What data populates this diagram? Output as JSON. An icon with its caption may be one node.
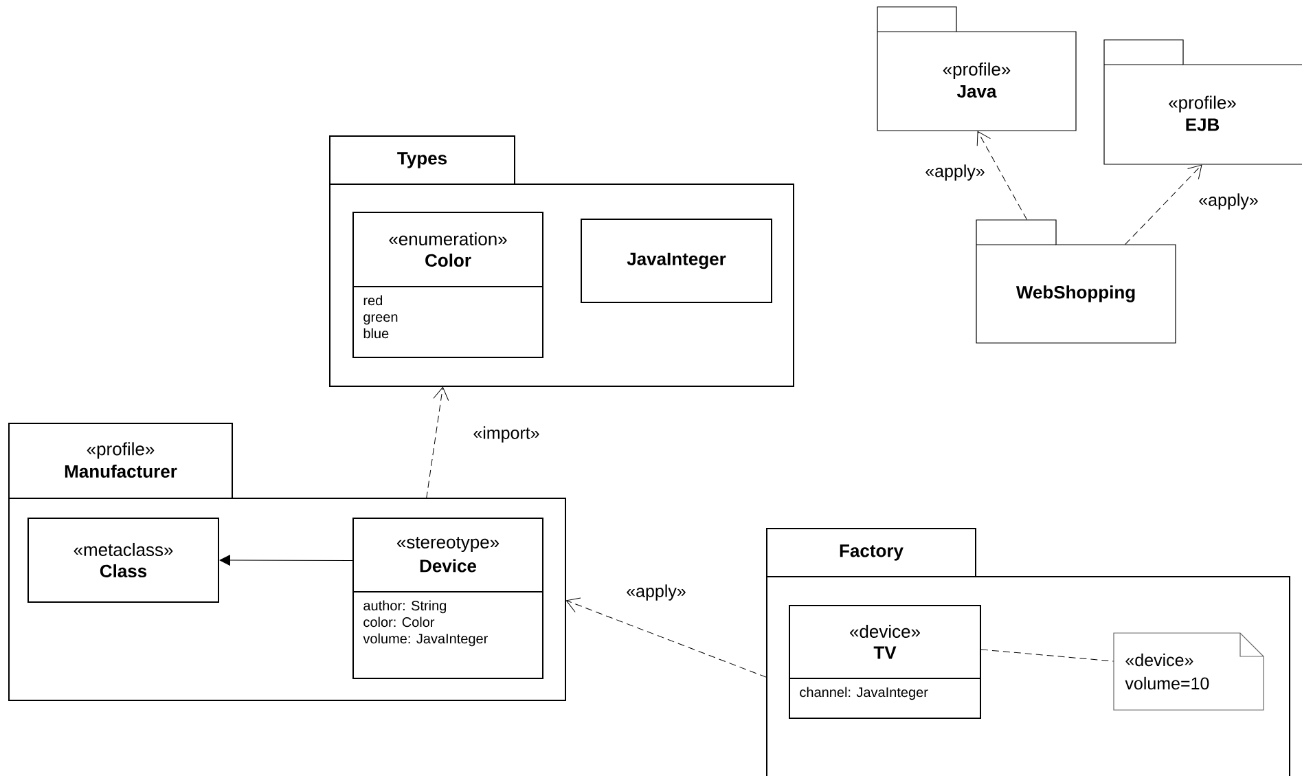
{
  "diagram": {
    "nodes": [
      {
        "text": [
          "Types"
        ]
      },
      {
        "text": [
          "«enumeration»",
          "Color",
          "red",
          "green",
          "blue"
        ],
        "in": 0
      },
      {
        "text": [
          "JavaInteger"
        ],
        "in": 0
      },
      {
        "text": [
          "«profile»",
          "Manufacturer"
        ]
      },
      {
        "text": [
          "«metaclass»",
          "Class"
        ],
        "in": 3
      },
      {
        "text": [
          "«stereotype»",
          "Device",
          "author: String",
          "color: Color",
          "volume: JavaInteger"
        ],
        "in": 3
      },
      {
        "text": [
          "Factory"
        ]
      },
      {
        "text": [
          "«device»",
          "TV",
          "channel: JavaInteger"
        ],
        "in": 6
      },
      {
        "text": [
          "«device»",
          "volume=10"
        ],
        "in": 6
      },
      {
        "text": [
          "«profile»",
          "Java"
        ]
      },
      {
        "text": [
          "«profile»",
          "EJB"
        ]
      },
      {
        "text": [
          "WebShopping"
        ]
      }
    ],
    "edges": [
      {
        "from": 5,
        "to": 4,
        "arrow": "to"
      },
      {
        "from": 3,
        "to": 0,
        "arrow": "to",
        "style": "dashed",
        "label": "«import»"
      },
      {
        "from": 6,
        "to": 3,
        "arrow": "to",
        "style": "dashed",
        "label": "«apply»"
      },
      {
        "from": 7,
        "to": 8,
        "arrow": "none",
        "style": "dashed"
      },
      {
        "from": 11,
        "to": 9,
        "arrow": "to",
        "style": "dashed",
        "label": "«apply»"
      },
      {
        "from": 11,
        "to": 10,
        "arrow": "to",
        "style": "dashed",
        "label": "«apply»"
      }
    ]
  }
}
